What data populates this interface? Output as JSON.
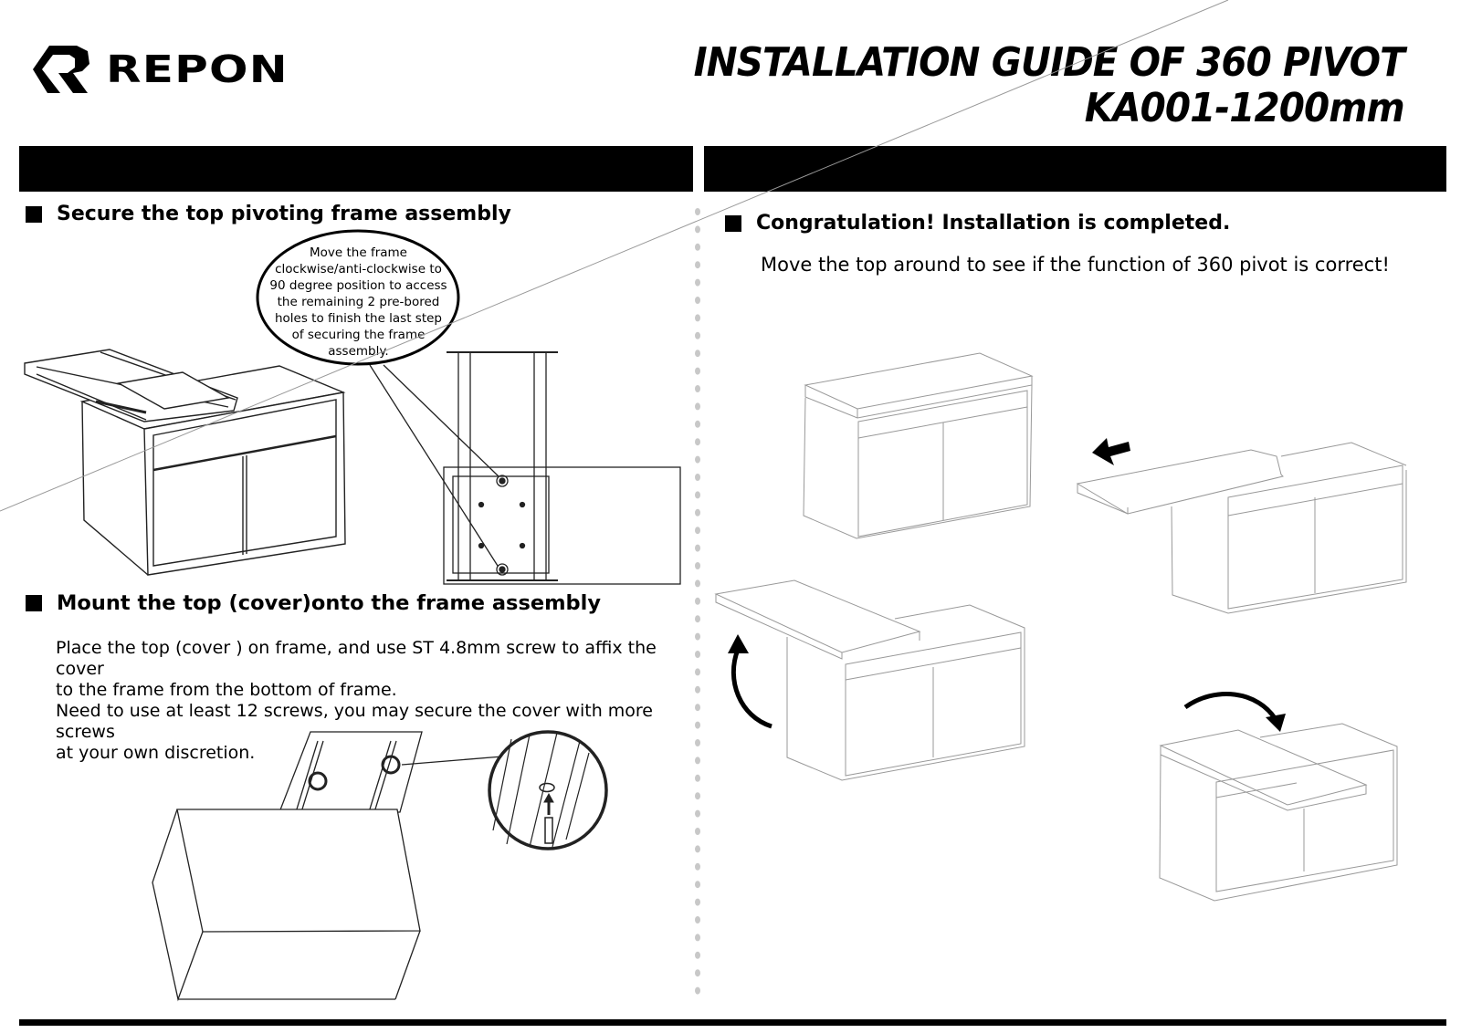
{
  "brand": {
    "name": "REPON",
    "logo_icon": "repon-r-logo-icon"
  },
  "header": {
    "title_line1": "INSTALLATION GUIDE OF 360 PIVOT",
    "title_line2": "KA001-1200mm"
  },
  "left_column": {
    "step1": {
      "heading": "Secure the top pivoting frame assembly",
      "callout": [
        "Move the frame",
        "clockwise/anti-clockwise to",
        "90 degree position to access",
        "the remaining 2 pre-bored",
        "holes to finish the last step",
        "of securing the frame",
        "assembly."
      ],
      "illustrations": [
        "cabinet-with-pivot-frame-illustration",
        "frame-top-view-illustration"
      ]
    },
    "step2": {
      "heading": "Mount the top (cover)onto the frame assembly",
      "body_lines": [
        "Place the top (cover ) on frame, and use ST 4.8mm screw to affix the cover",
        "to the frame from the bottom of frame.",
        "Need to use at least 12 screws, you may secure the cover with more screws",
        "at your own discretion."
      ],
      "illustrations": [
        "cover-underside-illustration",
        "screw-detail-magnifier-illustration"
      ]
    }
  },
  "right_column": {
    "heading": "Congratulation! Installation is completed.",
    "body": "Move the top around to see if the function of 360 pivot is correct!",
    "illustrations": [
      "cabinet-closed-illustration",
      "top-slide-left-illustration",
      "top-rotate-up-illustration",
      "top-rotate-clockwise-illustration"
    ]
  }
}
